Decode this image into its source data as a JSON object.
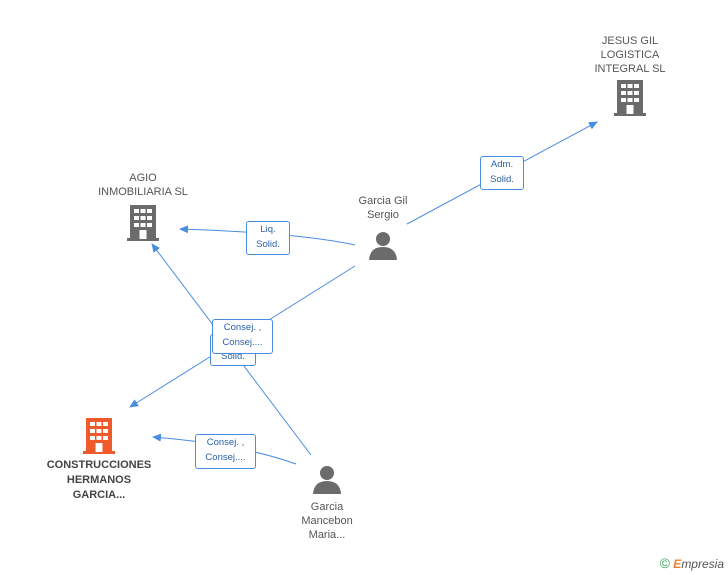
{
  "nodes": {
    "jesus": {
      "label": [
        "JESUS GIL",
        "LOGISTICA",
        "INTEGRAL SL"
      ]
    },
    "agio": {
      "label": [
        "AGIO",
        "INMOBILIARIA SL"
      ]
    },
    "garcia_gil": {
      "label": [
        "Garcia Gil",
        "Sergio"
      ]
    },
    "construcciones": {
      "label": [
        "CONSTRUCCIONES",
        "HERMANOS",
        "GARCIA..."
      ]
    },
    "garcia_mancebon": {
      "label": [
        "Garcia",
        "Mancebon",
        "Maria..."
      ]
    }
  },
  "relations": {
    "adm": [
      "Adm.",
      "Solid."
    ],
    "liq": [
      "Liq.",
      "Solid."
    ],
    "consej_top": [
      "Consej. ,",
      "Consej...."
    ],
    "solid_partial": "Solid.",
    "consej_bottom": [
      "Consej. ,",
      "Consej...."
    ]
  },
  "footer": {
    "copyright": "©",
    "brand_e": "E",
    "brand_rest": "mpresia"
  },
  "colors": {
    "edge": "#4a8de0",
    "building_gray": "#6b6b6b",
    "building_main": "#f05a2a",
    "person": "#6b6b6b"
  }
}
